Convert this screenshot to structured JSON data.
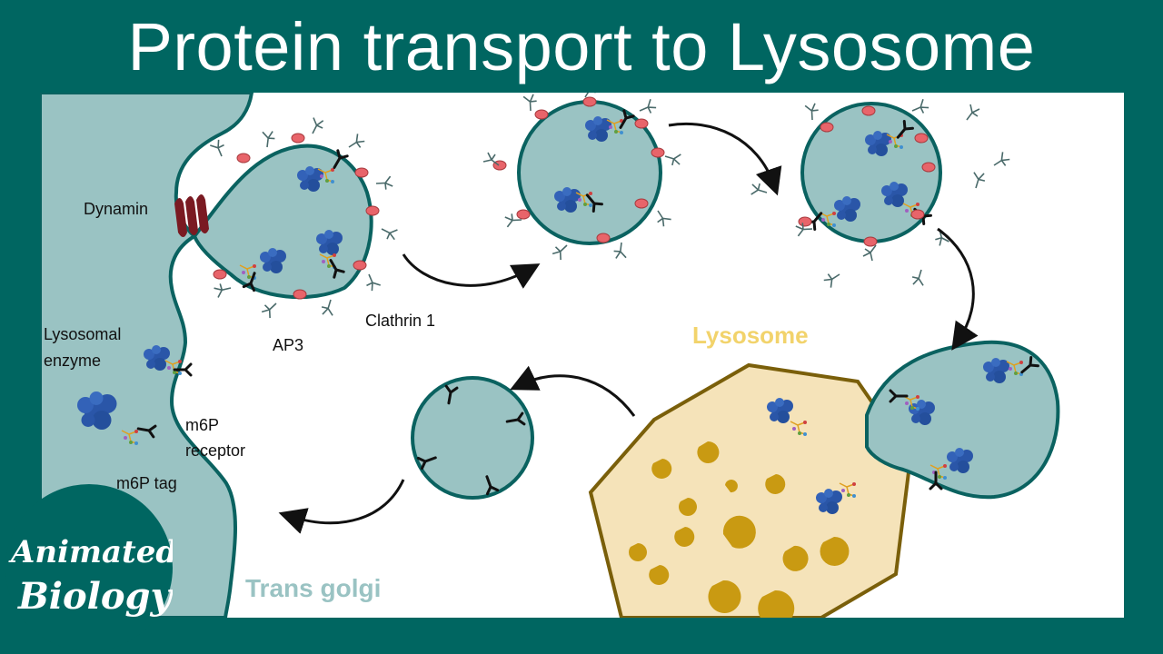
{
  "title": "Protein transport to Lysosome",
  "labels": {
    "dynamin": "Dynamin",
    "clathrin": "Clathrin 1",
    "ap3": "AP3",
    "lysosomal_enzyme_line1": "Lysosomal",
    "lysosomal_enzyme_line2": "enzyme",
    "m6p_receptor_line1": "m6P",
    "m6p_receptor_line2": "receptor",
    "m6p_tag": "m6P tag",
    "lysosome": "Lysosome",
    "trans_golgi": "Trans golgi"
  },
  "logo": {
    "line1": "Animated",
    "line2": "Biology"
  },
  "colors": {
    "frame": "#006661",
    "vesicle_fill": "#9ac3c3",
    "vesicle_border": "#0a6260",
    "lysosome_fill": "#f5e3b9",
    "lysosome_border": "#7a5f0a",
    "hydrolase": "#c99a12",
    "enzyme": "#2a56a8",
    "adaptor": "#e8646a",
    "dynamin": "#7a1a22",
    "lysosome_label": "#f2d36b",
    "trans_golgi_label": "#9ac3c3"
  }
}
